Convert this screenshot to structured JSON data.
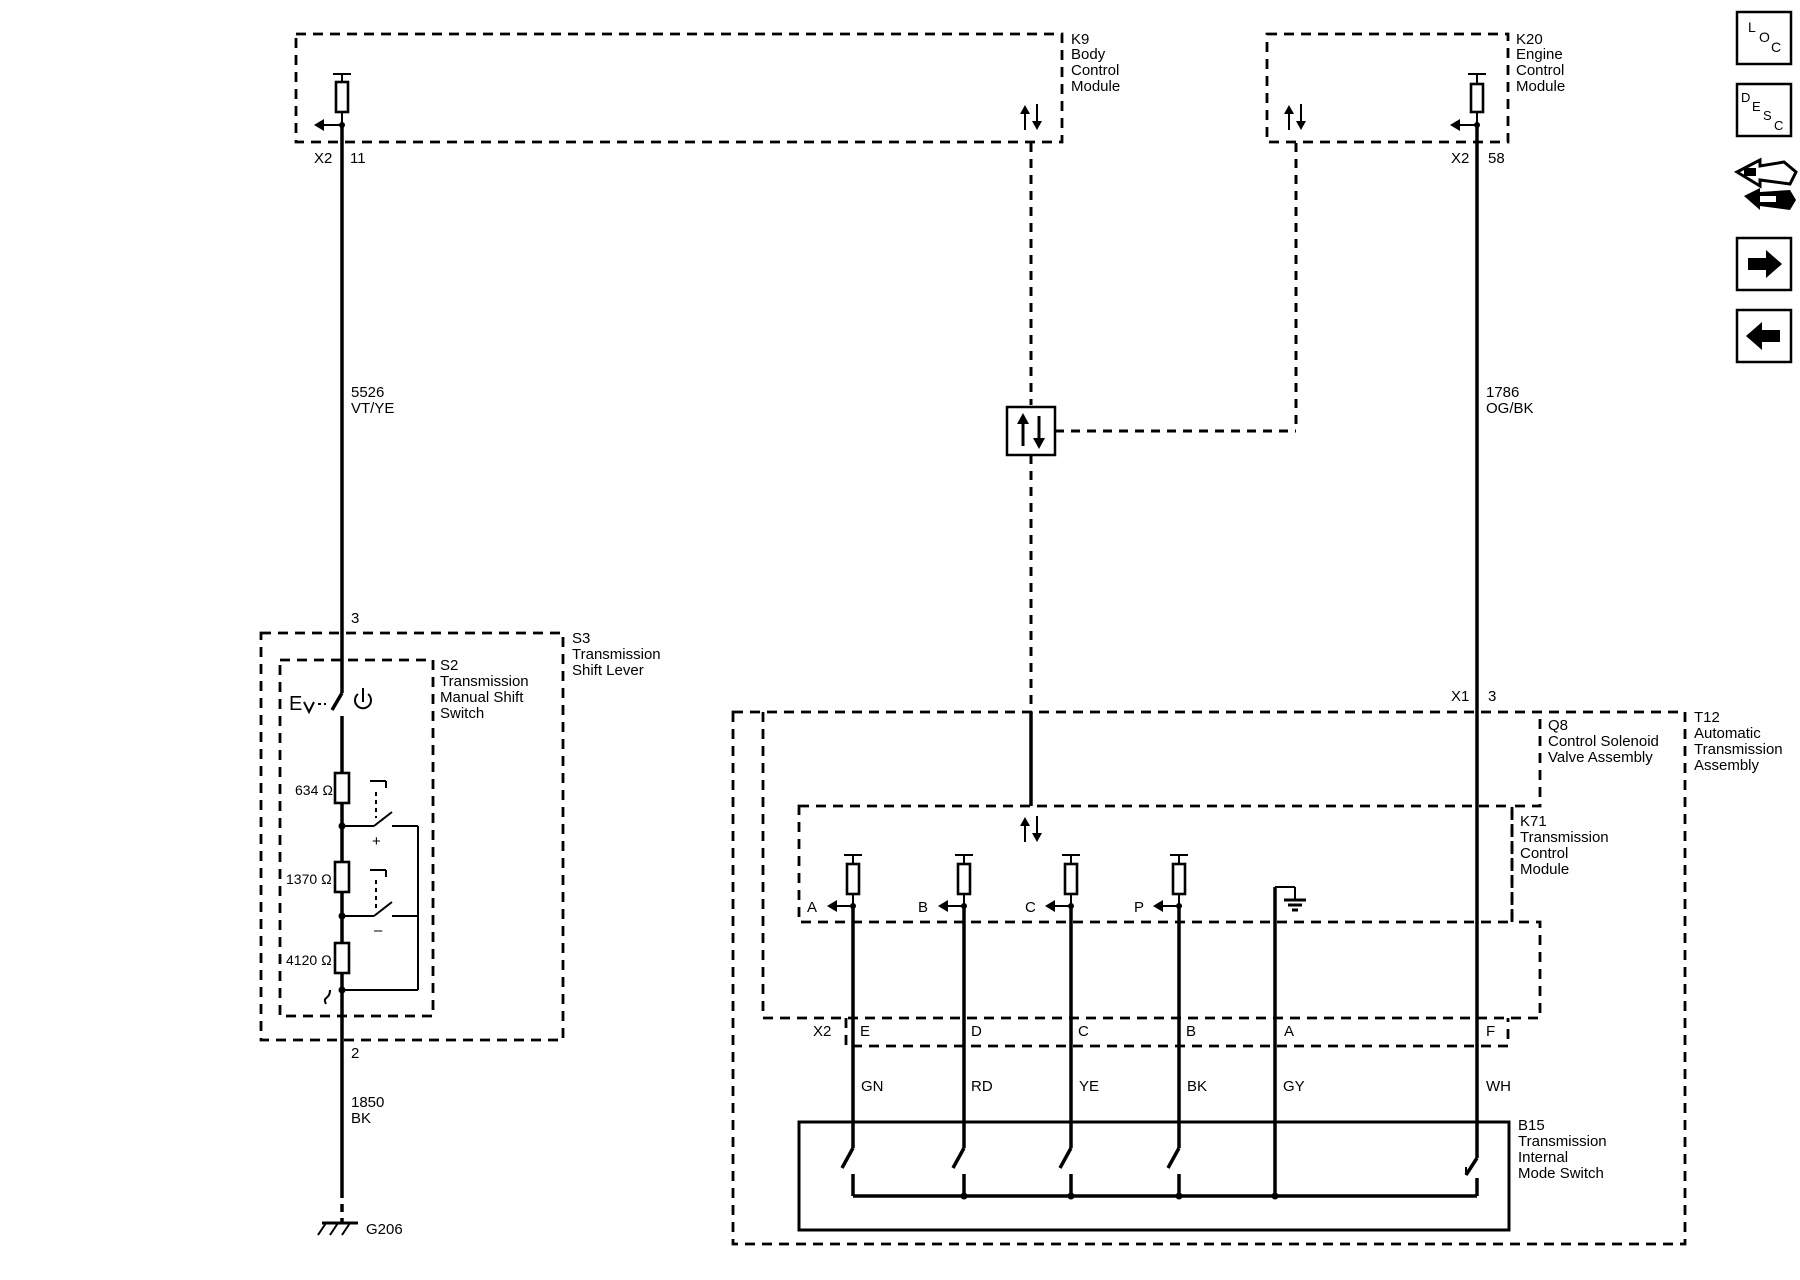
{
  "modules": {
    "k9": {
      "id": "K9",
      "line1": "Body",
      "line2": "Control",
      "line3": "Module",
      "conn": "X2",
      "pin": "11"
    },
    "k20": {
      "id": "K20",
      "line1": "Engine",
      "line2": "Control",
      "line3": "Module",
      "conn": "X2",
      "pin": "58"
    },
    "s3": {
      "id": "S3",
      "line1": "Transmission",
      "line2": "Shift Lever",
      "pin_top": "3",
      "pin_bottom": "2"
    },
    "s2": {
      "id": "S2",
      "line1": "Transmission",
      "line2": "Manual Shift",
      "line3": "Switch",
      "plus": "+",
      "minus": "–"
    },
    "t12": {
      "id": "T12",
      "line1": "Automatic",
      "line2": "Transmission",
      "line3": "Assembly",
      "conn": "X1",
      "pin": "3"
    },
    "q8": {
      "id": "Q8",
      "line1": "Control Solenoid",
      "line2": "Valve Assembly"
    },
    "k71": {
      "id": "K71",
      "line1": "Transmission",
      "line2": "Control",
      "line3": "Module"
    },
    "b15": {
      "id": "B15",
      "line1": "Transmission",
      "line2": "Internal",
      "line3": "Mode Switch"
    }
  },
  "wires": {
    "w5526": {
      "circuit": "5526",
      "color": "VT/YE"
    },
    "w1786": {
      "circuit": "1786",
      "color": "OG/BK"
    },
    "w1850": {
      "circuit": "1850",
      "color": "BK"
    }
  },
  "ground": {
    "id": "G206"
  },
  "resistors": [
    "634 Ω",
    "1370 Ω",
    "4120 Ω"
  ],
  "x2_connector": {
    "label": "X2",
    "pins": [
      "E",
      "D",
      "C",
      "B",
      "A",
      "F"
    ],
    "wire_colors": [
      "GN",
      "RD",
      "YE",
      "BK",
      "GY",
      "WH"
    ]
  },
  "k71_inputs": [
    "A",
    "B",
    "C",
    "P"
  ],
  "nav_buttons": {
    "loc": {
      "t1": "L",
      "t2": "O",
      "t3": "C",
      "icon": "location-icon"
    },
    "desc": {
      "t1": "D",
      "t2": "E",
      "t3": "S",
      "t4": "C",
      "icon": "description-icon"
    },
    "connector": {
      "icon": "connector-icon"
    },
    "next": {
      "icon": "arrow-right-icon"
    },
    "prev": {
      "icon": "arrow-left-icon"
    }
  }
}
